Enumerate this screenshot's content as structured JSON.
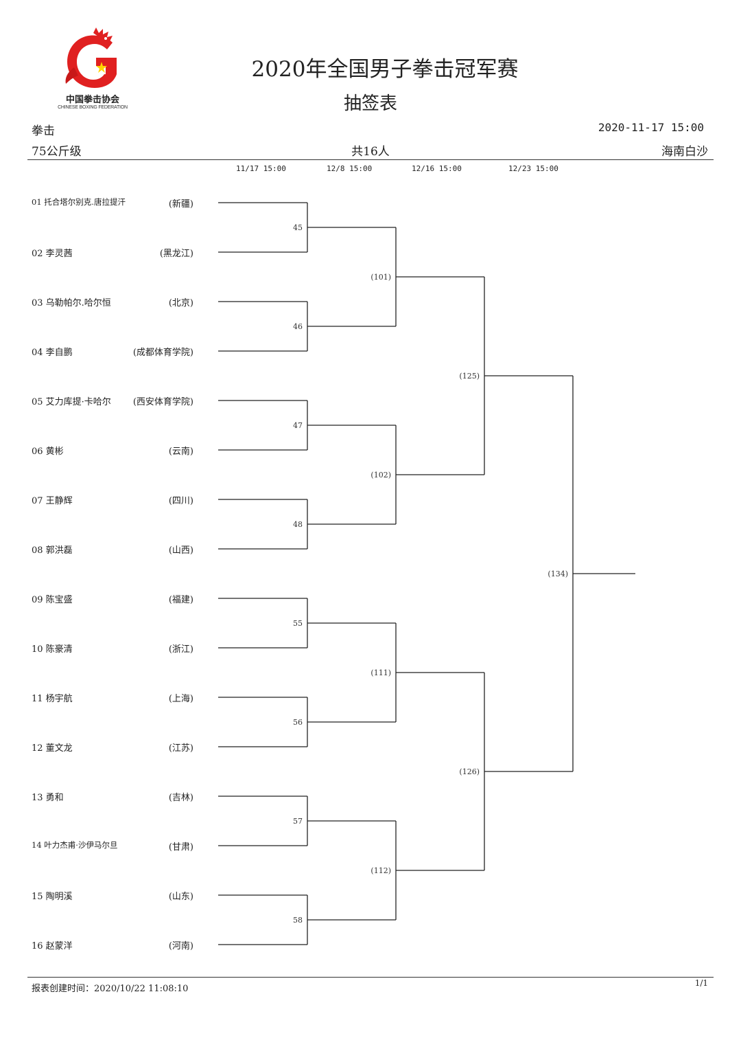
{
  "logo": {
    "cn": "中国拳击协会",
    "en": "CHINESE BOXING FEDERATION"
  },
  "header": {
    "title": "2020年全国男子拳击冠军赛",
    "subtitle": "抽签表",
    "sport": "拳击",
    "datetime": "2020-11-17 15:00",
    "weight_class": "75公斤级",
    "count": "共16人",
    "venue": "海南白沙"
  },
  "rounds": [
    "11/17 15:00",
    "12/8 15:00",
    "12/16 15:00",
    "12/23 15:00"
  ],
  "entrants": [
    {
      "name": "01 托合塔尔别克.唐拉提汗",
      "team": "(新疆)"
    },
    {
      "name": "02 李灵茜",
      "team": "(黑龙江)"
    },
    {
      "name": "03 乌勒帕尔.哈尔恒",
      "team": "(北京)"
    },
    {
      "name": "04 李自鹏",
      "team": "(成都体育学院)"
    },
    {
      "name": "05 艾力库提·卡哈尔",
      "team": "(西安体育学院)"
    },
    {
      "name": "06 黄彬",
      "team": "(云南)"
    },
    {
      "name": "07 王静辉",
      "team": "(四川)"
    },
    {
      "name": "08 郭洪磊",
      "team": "(山西)"
    },
    {
      "name": "09 陈宝盛",
      "team": "(福建)"
    },
    {
      "name": "10 陈豪清",
      "team": "(浙江)"
    },
    {
      "name": "11 杨宇航",
      "team": "(上海)"
    },
    {
      "name": "12 董文龙",
      "team": "(江苏)"
    },
    {
      "name": "13 勇和",
      "team": "(吉林)"
    },
    {
      "name": "14 叶力杰甫·沙伊马尔旦",
      "team": "(甘肃)"
    },
    {
      "name": "15 陶明溪",
      "team": "(山东)"
    },
    {
      "name": "16 赵蒙洋",
      "team": "(河南)"
    }
  ],
  "matches": {
    "round1": [
      "45",
      "46",
      "47",
      "48",
      "55",
      "56",
      "57",
      "58"
    ],
    "round2": [
      "(101)",
      "(102)",
      "(111)",
      "(112)"
    ],
    "semifinal": [
      "(125)",
      "(126)"
    ],
    "final": [
      "(134)"
    ]
  },
  "footer": {
    "created": "报表创建时间：2020/10/22 11:08:10",
    "page": "1/1"
  }
}
